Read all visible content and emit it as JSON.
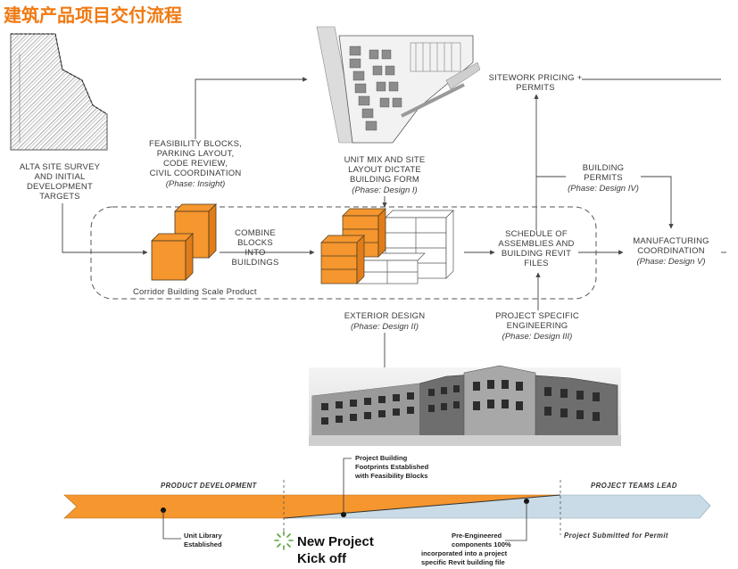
{
  "title": "建筑产品项目交付流程",
  "labels": {
    "alta": [
      "ALTA SITE SURVEY",
      "AND INITIAL",
      "DEVELOPMENT",
      "TARGETS"
    ],
    "feasibility": [
      "FEASIBILITY BLOCKS,",
      "PARKING LAYOUT,",
      "CODE REVIEW,",
      "CIVIL COORDINATION"
    ],
    "feasibility_phase": "(Phase: Insight)",
    "unitmix": [
      "UNIT MIX AND SITE",
      "LAYOUT DICTATE",
      "BUILDING FORM"
    ],
    "unitmix_phase": "(Phase: Design I)",
    "combine": [
      "COMBINE",
      "BLOCKS",
      "INTO",
      "BUILDINGS"
    ],
    "corridor": "Corridor Building Scale Product",
    "exterior": "EXTERIOR DESIGN",
    "exterior_phase": "(Phase: Design II)",
    "schedule": [
      "SCHEDULE OF",
      "ASSEMBLIES AND",
      "BUILDING REVIT",
      "FILES"
    ],
    "project_eng": [
      "PROJECT SPECIFIC",
      "ENGINEERING"
    ],
    "project_eng_phase": "(Phase: Design III)",
    "sitework": [
      "SITEWORK PRICING +",
      "PERMITS"
    ],
    "permits": [
      "BUILDING",
      "PERMITS"
    ],
    "permits_phase": "(Phase: Design IV)",
    "manufacturing": [
      "MANUFACTURING",
      "COORDINATION"
    ],
    "manufacturing_phase": "(Phase: Design V)"
  },
  "timeline": {
    "product_dev": "PRODUCT DEVELOPMENT",
    "teams_lead": "PROJECT TEAMS LEAD",
    "footprints": [
      "Project Building",
      "Footprints Established",
      "with Feasibility Blocks"
    ],
    "unit_library": [
      "Unit Library",
      "Established"
    ],
    "kickoff": [
      "New Project",
      "Kick off"
    ],
    "pre_eng": [
      "Pre-Engineered",
      "components 100%",
      "incorporated into a project",
      "specific Revit building file"
    ],
    "submitted": "Project Submitted for Permit"
  },
  "colors": {
    "orange": "#f5962e",
    "title_orange": "#f07a12",
    "blue": "#c9dbe6",
    "kickoff_green": "#5aa33a"
  }
}
